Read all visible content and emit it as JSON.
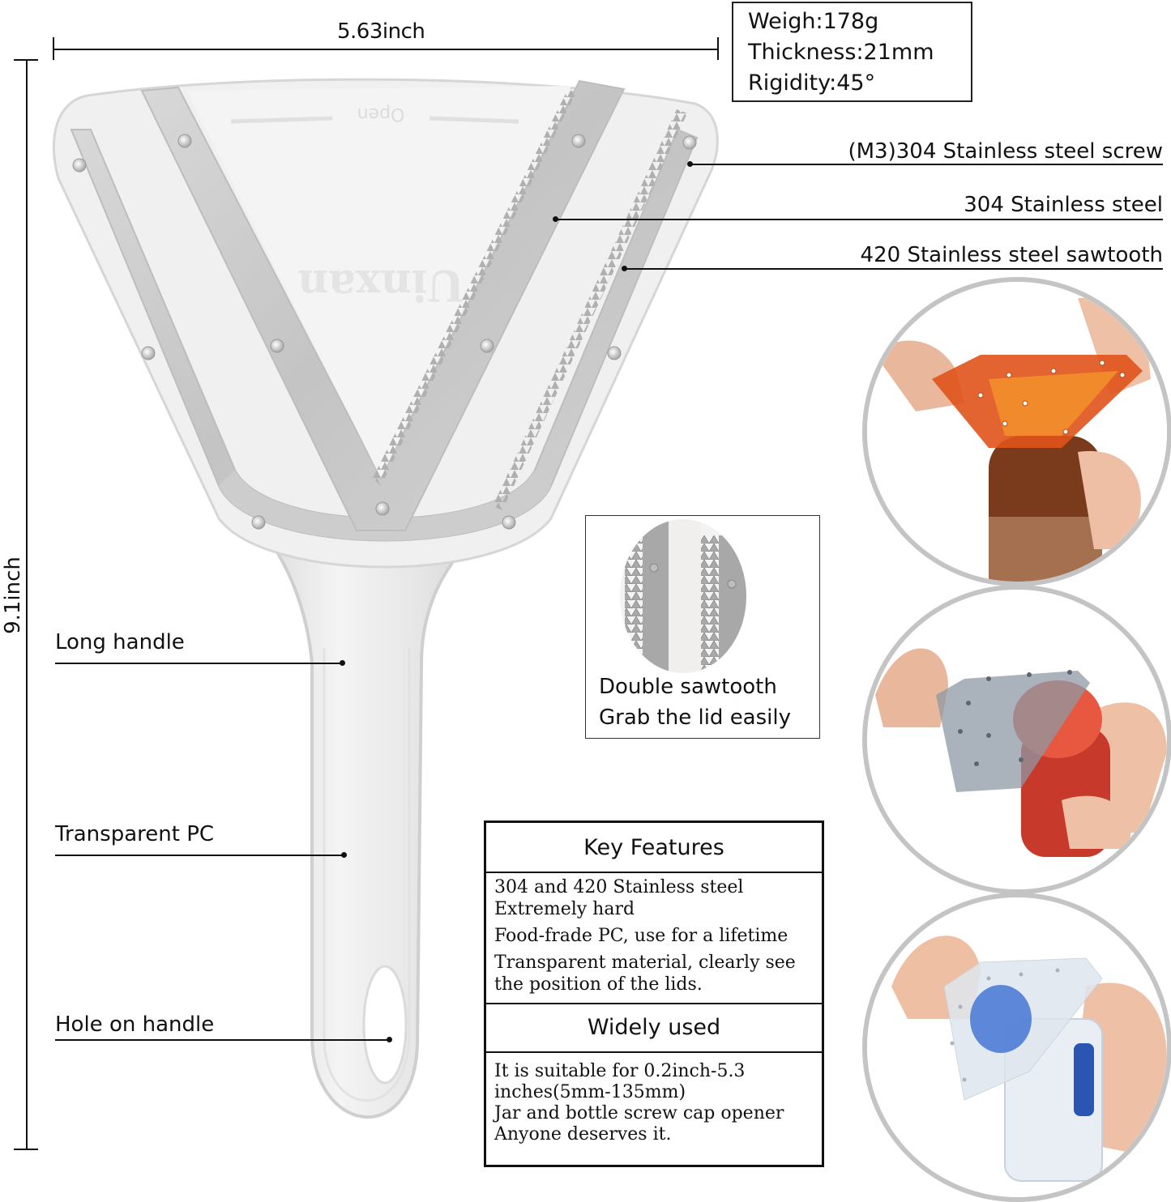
{
  "dimensions": {
    "width_label": "5.63inch",
    "height_label": "9.1inch"
  },
  "specs": {
    "weight": "Weigh:178g",
    "thickness": "Thickness:21mm",
    "rigidity": "Rigidity:45°"
  },
  "product": {
    "embossed_top": "Open",
    "embossed_brand": "Uinxan"
  },
  "callouts_right": [
    {
      "label": "(M3)304 Stainless steel screw"
    },
    {
      "label": "304 Stainless steel"
    },
    {
      "label": "420 Stainless steel sawtooth"
    }
  ],
  "callouts_left": [
    {
      "label": "Long handle"
    },
    {
      "label": "Transparent PC"
    },
    {
      "label": "Hole on handle"
    }
  ],
  "inset": {
    "line1": "Double sawtooth",
    "line2": "Grab the lid easily"
  },
  "key_features": {
    "title": "Key Features",
    "items": [
      "304 and 420 Stainless steel",
      "Extremely hard",
      "Food-frade PC, use for a lifetime",
      "Transparent material, clearly see",
      "the position of the lids."
    ]
  },
  "widely_used": {
    "title": "Widely used",
    "items": [
      "It is suitable for 0.2inch-5.3",
      "inches(5mm-135mm)",
      "Jar and bottle screw cap opener",
      "Anyone deserves it."
    ]
  },
  "usage_photos": [
    {
      "description": "Orange transparent opener on amber jar",
      "color": "#d9430f"
    },
    {
      "description": "Grey transparent opener on red sauce jar",
      "color": "#8a96a3"
    },
    {
      "description": "Clear transparent opener on water bottle with blue cap",
      "color": "#dfe6ee"
    }
  ],
  "colors": {
    "steel": "#c8c8c8",
    "plastic": "#f1f1f1",
    "circle_border": "#c4c4c4"
  }
}
